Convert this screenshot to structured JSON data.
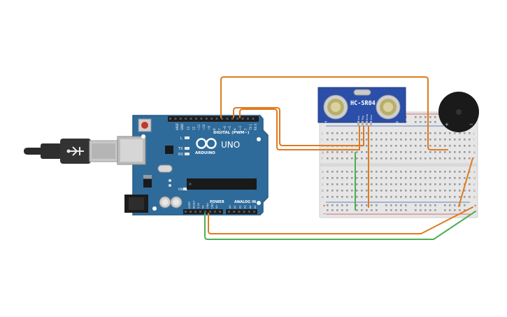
{
  "colors": {
    "board_blue": "#2f6b9a",
    "breadboard": "#e6e6e6",
    "wire_orange": "#e07a1f",
    "wire_green": "#4caf50",
    "buzzer": "#1a1a1a",
    "sensor_blue": "#2b4fa8",
    "usb_gray": "#8c8c8c"
  },
  "arduino": {
    "logo_text": "ARDUINO",
    "model": "UNO",
    "digital_header": "DIGITAL (PWM~)",
    "power_header": "POWER",
    "analog_header": "ANALOG IN",
    "aref_label": "AREF",
    "gnd_label": "GND",
    "tx_label": "TX",
    "rx_label": "RX",
    "l_label": "L",
    "on_label": "ON",
    "digital_pins": [
      "13",
      "12",
      "~11",
      "~10",
      "~9",
      "8",
      "7",
      "~6",
      "~5",
      "4",
      "~3",
      "2",
      "TX 1",
      "RX 0"
    ],
    "power_pins": [
      "IOREF",
      "RESET",
      "3.3V",
      "5V",
      "GND",
      "GND",
      "Vin"
    ],
    "analog_pins": [
      "A0",
      "A1",
      "A2",
      "A3",
      "A4",
      "A5"
    ]
  },
  "sensor": {
    "name": "HC-SR04",
    "pins": [
      "Vcc",
      "Trig",
      "Echo",
      "Gnd"
    ],
    "t_label": "T",
    "r_label": "R"
  },
  "buzzer": {
    "plus": "+",
    "minus": "−"
  },
  "breadboard": {
    "row_letters": [
      "a",
      "b",
      "c",
      "d",
      "e",
      "f",
      "g",
      "h",
      "i",
      "j"
    ],
    "rail_plus": "+",
    "rail_minus": "−"
  }
}
